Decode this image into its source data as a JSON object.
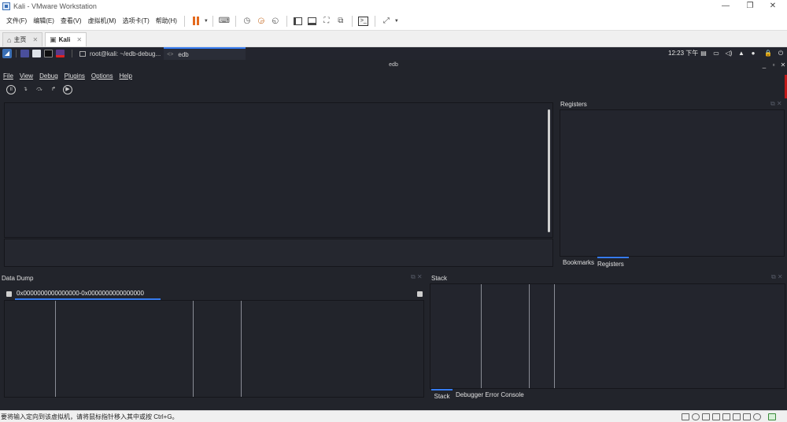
{
  "window": {
    "title": "Kali - VMware Workstation",
    "min": "—",
    "restore": "❐",
    "close": "✕"
  },
  "vmware_menu": [
    "文件(F)",
    "编辑(E)",
    "查看(V)",
    "虚拟机(M)",
    "选项卡(T)",
    "帮助(H)"
  ],
  "vmware_tabs": [
    {
      "label": "主页",
      "icon": "home-icon"
    },
    {
      "label": "Kali",
      "icon": "vm-icon"
    }
  ],
  "kali_panel": {
    "tasks": [
      {
        "label": "root@kali: ~/edb-debug..."
      },
      {
        "label": "edb"
      }
    ],
    "clock": "12:23 下午"
  },
  "edb": {
    "title": "edb",
    "menus": [
      "File",
      "View",
      "Debug",
      "Plugins",
      "Options",
      "Help"
    ],
    "registers_title": "Registers",
    "bottom_tabs_right": [
      "Bookmarks",
      "Registers"
    ],
    "data_dump_title": "Data Dump",
    "data_dump_range": "0x0000000000000000-0x0000000000000000",
    "stack_title": "Stack",
    "bottom_tabs_stack": [
      "Stack",
      "Debugger Error Console"
    ],
    "accent": "#367bf0"
  },
  "statusbar": {
    "message": "要将输入定向到该虚拟机，请将鼠标指针移入其中或按 Ctrl+G。"
  }
}
